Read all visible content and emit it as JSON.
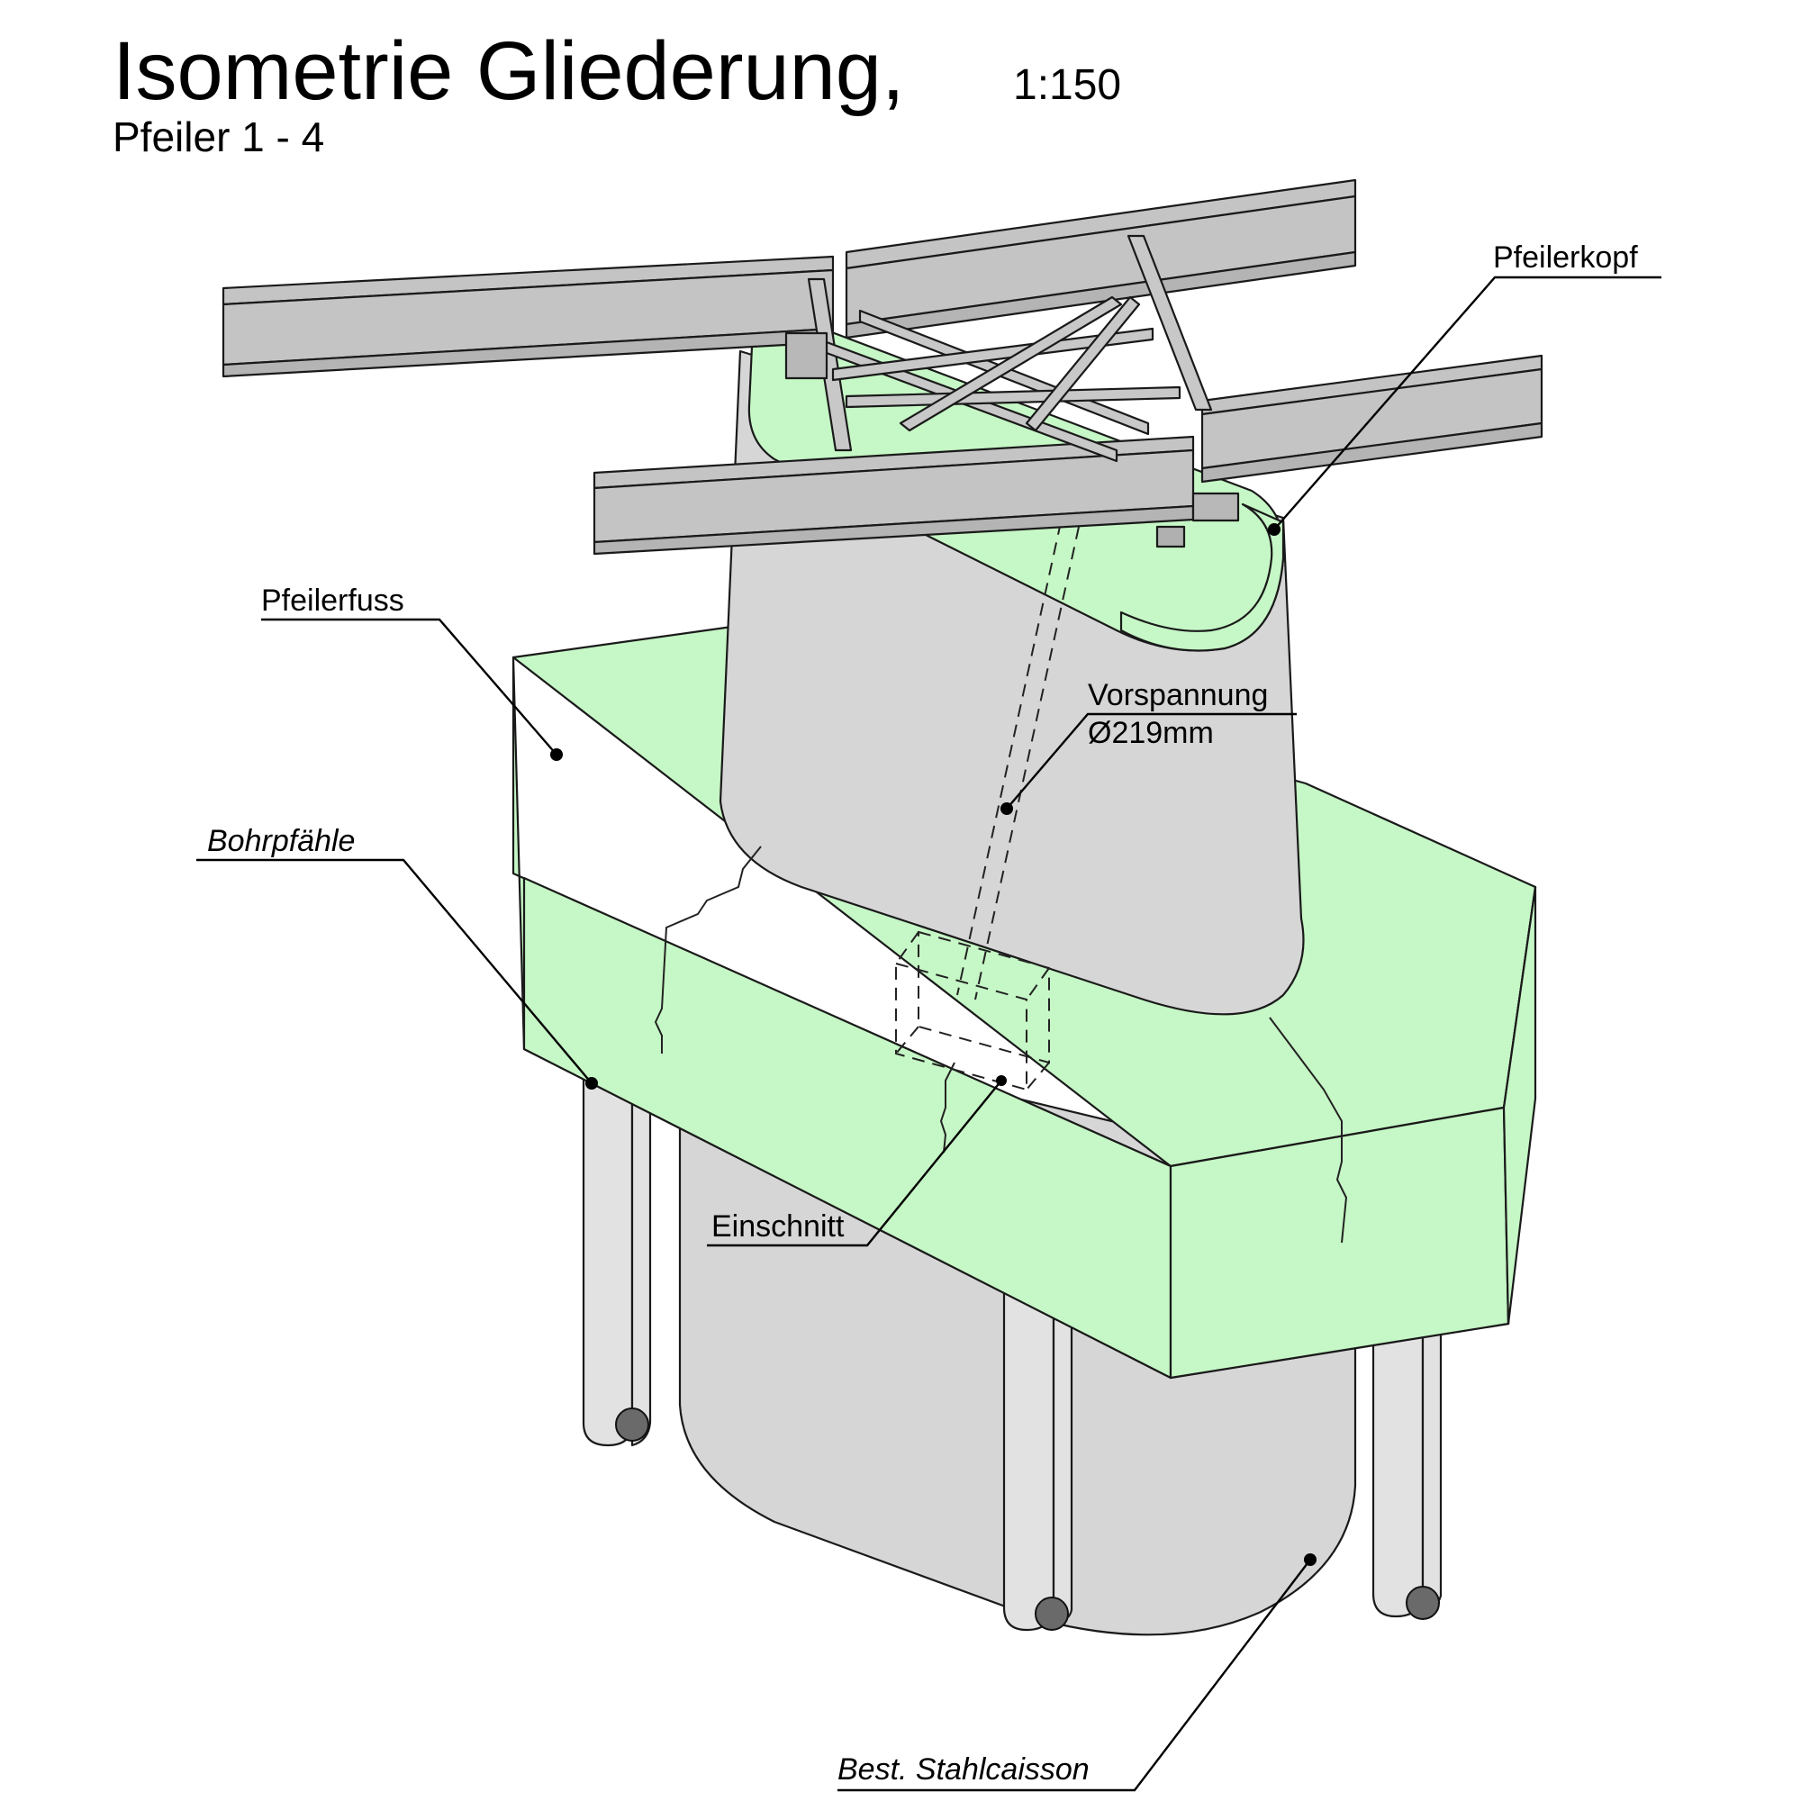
{
  "header": {
    "title": "Isometrie Gliederung,",
    "scale": "1:150",
    "subtitle": "Pfeiler 1 - 4"
  },
  "labels": {
    "pfeilerkopf": "Pfeilerkopf",
    "pfeilerfuss": "Pfeilerfuss",
    "vorspannung_line1": "Vorspannung",
    "vorspannung_line2": "Ø219mm",
    "bohrpfaehle": "Bohrpfähle",
    "einschnitt": "Einschnitt",
    "stahlcaisson": "Best. Stahlcaisson"
  },
  "colors": {
    "concrete_green": "#c6f7c6",
    "concrete_grey": "#d6d6d6",
    "pile_grey": "#e2e2e2",
    "steel_grey": "#c4c4c4",
    "pile_core": "#6a6a6a"
  }
}
